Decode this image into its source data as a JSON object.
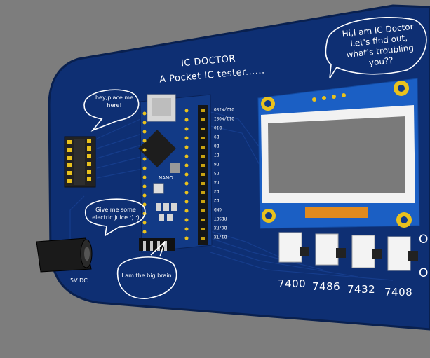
{
  "board": {
    "title_line1": "IC DOCTOR",
    "title_line2": "A Pocket IC tester......",
    "power_label": "5V DC",
    "nano_label": "NANO",
    "colors": {
      "background": "#7d7d7d",
      "pcb": "#0e2f73",
      "pcb_edge": "#0a2257",
      "oled_frame": "#1b5fc4",
      "gold": "#e9c21d",
      "screen": "#7a7a7a"
    }
  },
  "bubbles": {
    "socket": "hey,place me here!",
    "power": "Give me some electric juice :) :)",
    "nano": "I am the big brain",
    "oled_line1": "Hi,I am IC Doctor",
    "oled_line2": "Let's find out,",
    "oled_line3": "what's troubling",
    "oled_line4": "you??"
  },
  "pins": [
    "D12/MISO",
    "D11/MOSI",
    "D10",
    "D9",
    "D8",
    "D7",
    "D6",
    "D5",
    "D4",
    "D3",
    "D2",
    "GND",
    "RESET",
    "D0/RX",
    "D1/TX"
  ],
  "ic_labels": [
    "7400",
    "7486",
    "7432",
    "7408"
  ],
  "edge_text": [
    "O",
    "O"
  ]
}
